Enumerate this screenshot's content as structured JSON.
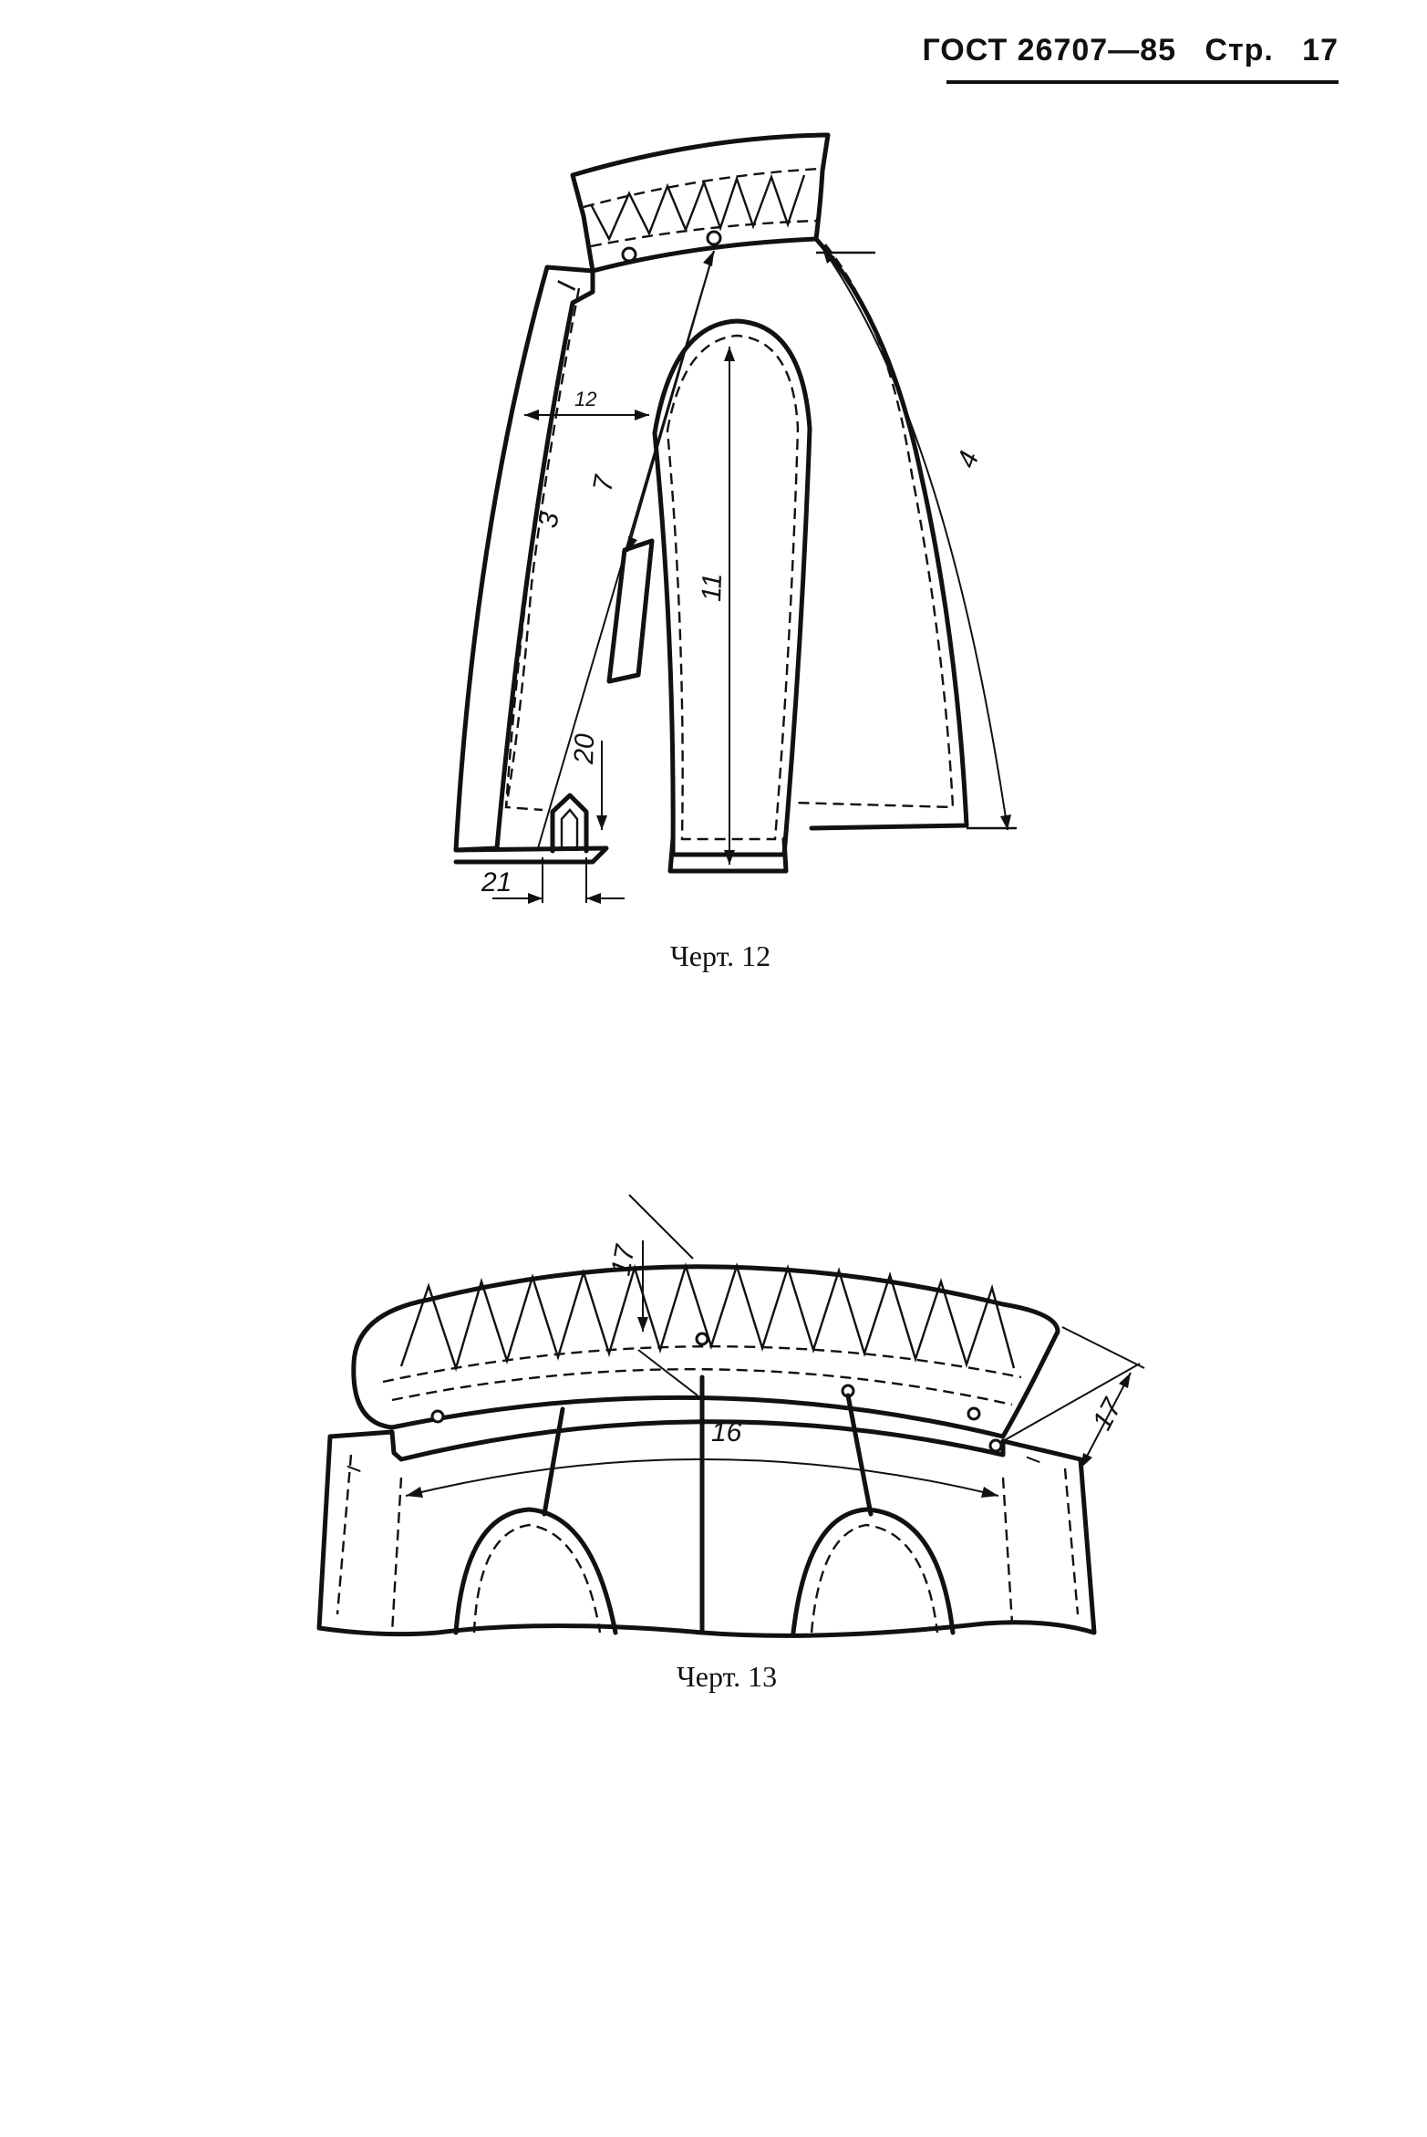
{
  "header": {
    "standard": "ГОСТ 26707—85",
    "page_prefix": "Стр.",
    "page_number": "17"
  },
  "figures": [
    {
      "caption": "Черт. 12",
      "labels": {
        "l1": "I",
        "l2": "12",
        "l3": "7",
        "l4": "3",
        "l5": "11",
        "l6": "4",
        "l7": "20",
        "l8": "21"
      }
    },
    {
      "caption": "Черт. 13",
      "labels": {
        "l1": "17",
        "l2": "16",
        "l3": "17",
        "l4": "I",
        "l5": "I"
      }
    }
  ]
}
